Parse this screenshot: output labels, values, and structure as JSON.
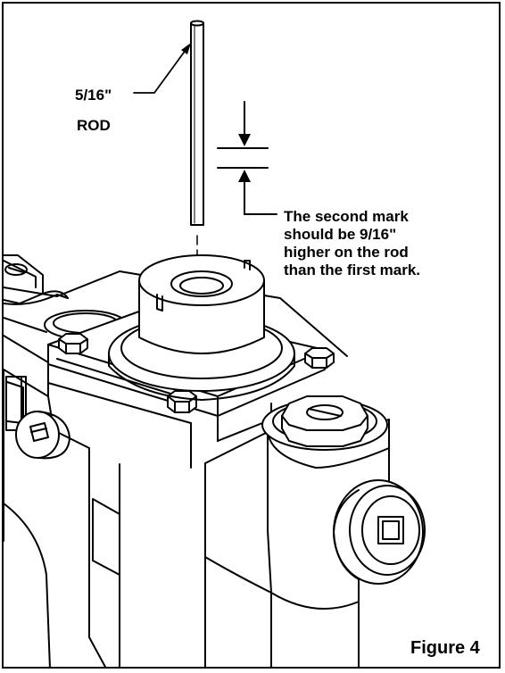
{
  "labels": {
    "rod_size": "5/16\"",
    "rod_name": "ROD",
    "note_lines": [
      "The second mark",
      "should be 9/16\"",
      "higher on the rod",
      "than the first mark."
    ],
    "caption": "Figure 4"
  },
  "colors": {
    "line": "#000000",
    "background": "#ffffff"
  }
}
